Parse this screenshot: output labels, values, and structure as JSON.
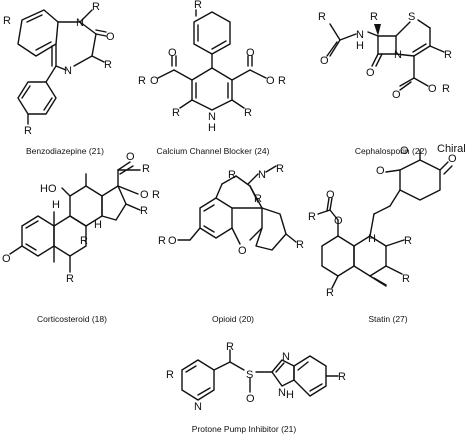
{
  "figure": {
    "structures": [
      {
        "caption": "Benzodiazepine (21)"
      },
      {
        "caption": "Calcium Channel Blocker (24)"
      },
      {
        "caption": "Cephalosporin (22)"
      },
      {
        "caption": "Corticosteroid (18)"
      },
      {
        "caption": "Opioid (20)"
      },
      {
        "caption": "Statin (27)"
      },
      {
        "caption": "Protone Pump Inhibitor (21)"
      }
    ],
    "labels": {
      "R": "R",
      "N": "N",
      "O": "O",
      "S": "S",
      "H": "H",
      "HO": "HO",
      "Chiral": "Chiral",
      "NH": "H"
    }
  }
}
